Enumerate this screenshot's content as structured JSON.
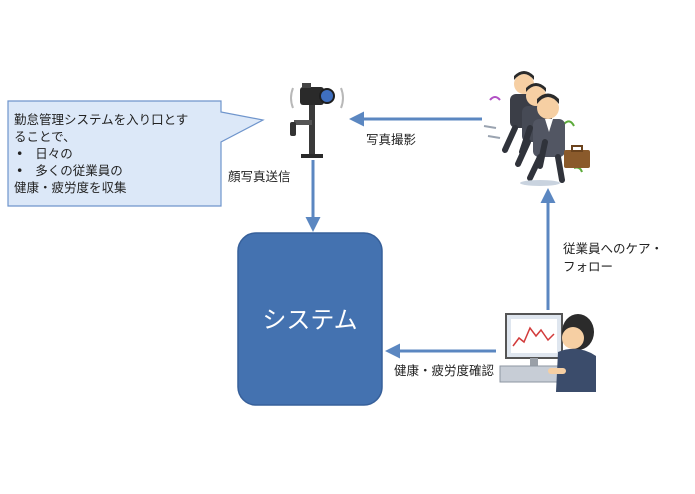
{
  "callout": {
    "line1": "勤怠管理システムを入り口とす",
    "line2": "ることで、",
    "bullets": [
      "日々の",
      "多くの従業員の"
    ],
    "line_last": "健康・疲労度を収集"
  },
  "labels": {
    "face_photo_send": "顔写真送信",
    "photo_capture": "写真撮影",
    "care_follow_line1": "従業員へのケア・",
    "care_follow_line2": "フォロー",
    "health_check": "健康・疲労度確認"
  },
  "system_box": {
    "label": "システム"
  },
  "bullet_glyph": "•",
  "colors": {
    "system_fill": "#4472b0",
    "arrow": "#5b87c1",
    "callout_fill": "#dce8f8",
    "callout_border": "#6f95cc"
  }
}
